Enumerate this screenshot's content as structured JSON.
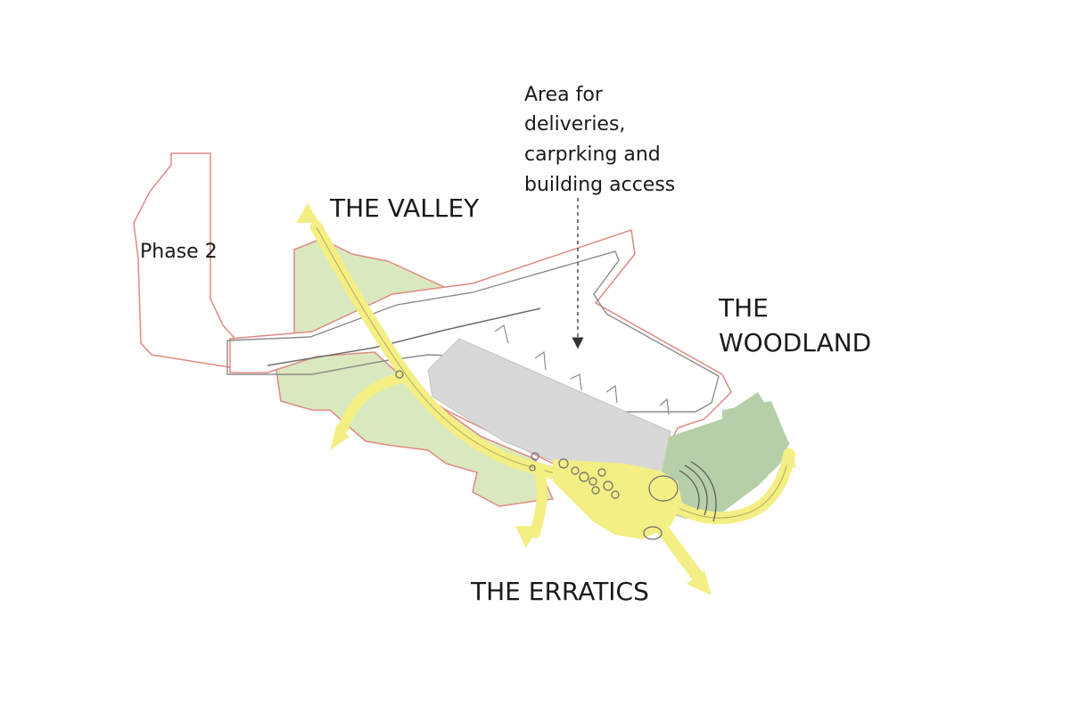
{
  "labels": {
    "phase2": "Phase 2",
    "valley": "THE VALLEY",
    "woodland_line1": "THE",
    "woodland_line2": "WOODLAND",
    "erratics": "THE ERRATICS",
    "area_line1": "Area for",
    "area_line2": "deliveries,",
    "area_line3": "carprking and",
    "area_line4": "building access"
  },
  "colors": {
    "boundary": "#e08a82",
    "valley_green": "#d9e8bf",
    "woodland_green": "#b7cfa8",
    "path_yellow": "#f3ef84",
    "building_grey": "#d8d8d8",
    "road_outline": "#8c8c8c",
    "text": "#1a1a1a"
  }
}
